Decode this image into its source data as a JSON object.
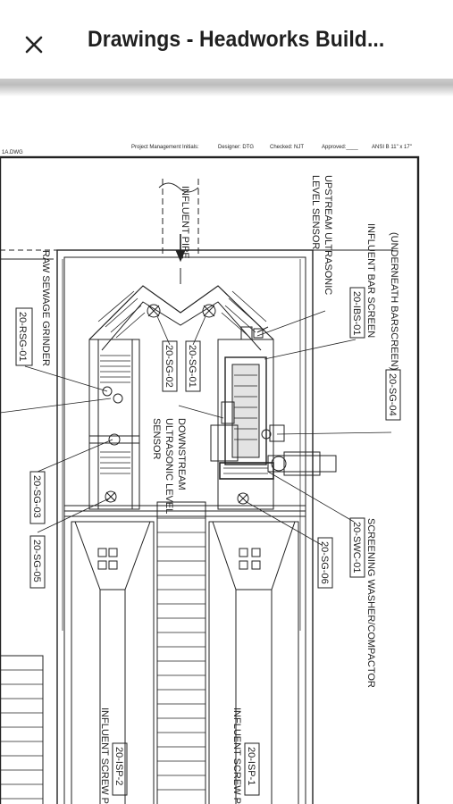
{
  "header": {
    "title": "Drawings - Headworks Build..."
  },
  "sheet": {
    "file_code": "1A.DWG",
    "title_block": {
      "pm_initials": "Project Management Initials:",
      "designer": "Designer: DTG",
      "checked": "Checked: NJT",
      "approved": "Approved:____",
      "paper": "ANSI B 11\" x 17\""
    }
  },
  "labels": {
    "influent_pipe": "INFLUENT PIPE",
    "upstream_sensor_1": "UPSTREAM ULTRASONIC",
    "upstream_sensor_2": "LEVEL SENSOR",
    "underneath_barscreen": "(UNDERNEATH BARSCREEN)",
    "influent_bar_screen": "INFLUENT BAR SCREEN",
    "ibs_tag": "20-IBS-01",
    "sg04_tag": "20-SG-04",
    "raw_sewage_grinder": "RAW SEWAGE GRINDER",
    "rsg_tag": "20-RSG-01",
    "sg02_tag": "20-SG-02",
    "sg01_tag": "20-SG-01",
    "downstream_sensor_1": "DOWNSTREAM",
    "downstream_sensor_2": "ULTRASONIC LEVEL",
    "downstream_sensor_3": "SENSOR",
    "sg03_tag": "20-SG-03",
    "sg05_tag": "20-SG-05",
    "sg06_tag": "20-SG-06",
    "screening_washer": "SCREENING WASHER/COMPACTOR",
    "swc_tag": "20-SWC-01",
    "isp2_tag": "20-ISP-2",
    "isp2_label": "INFLUENT SCREW PU",
    "isp1_tag": "20-ISP-1",
    "isp1_label": "INFLUENT SCREW PU"
  }
}
